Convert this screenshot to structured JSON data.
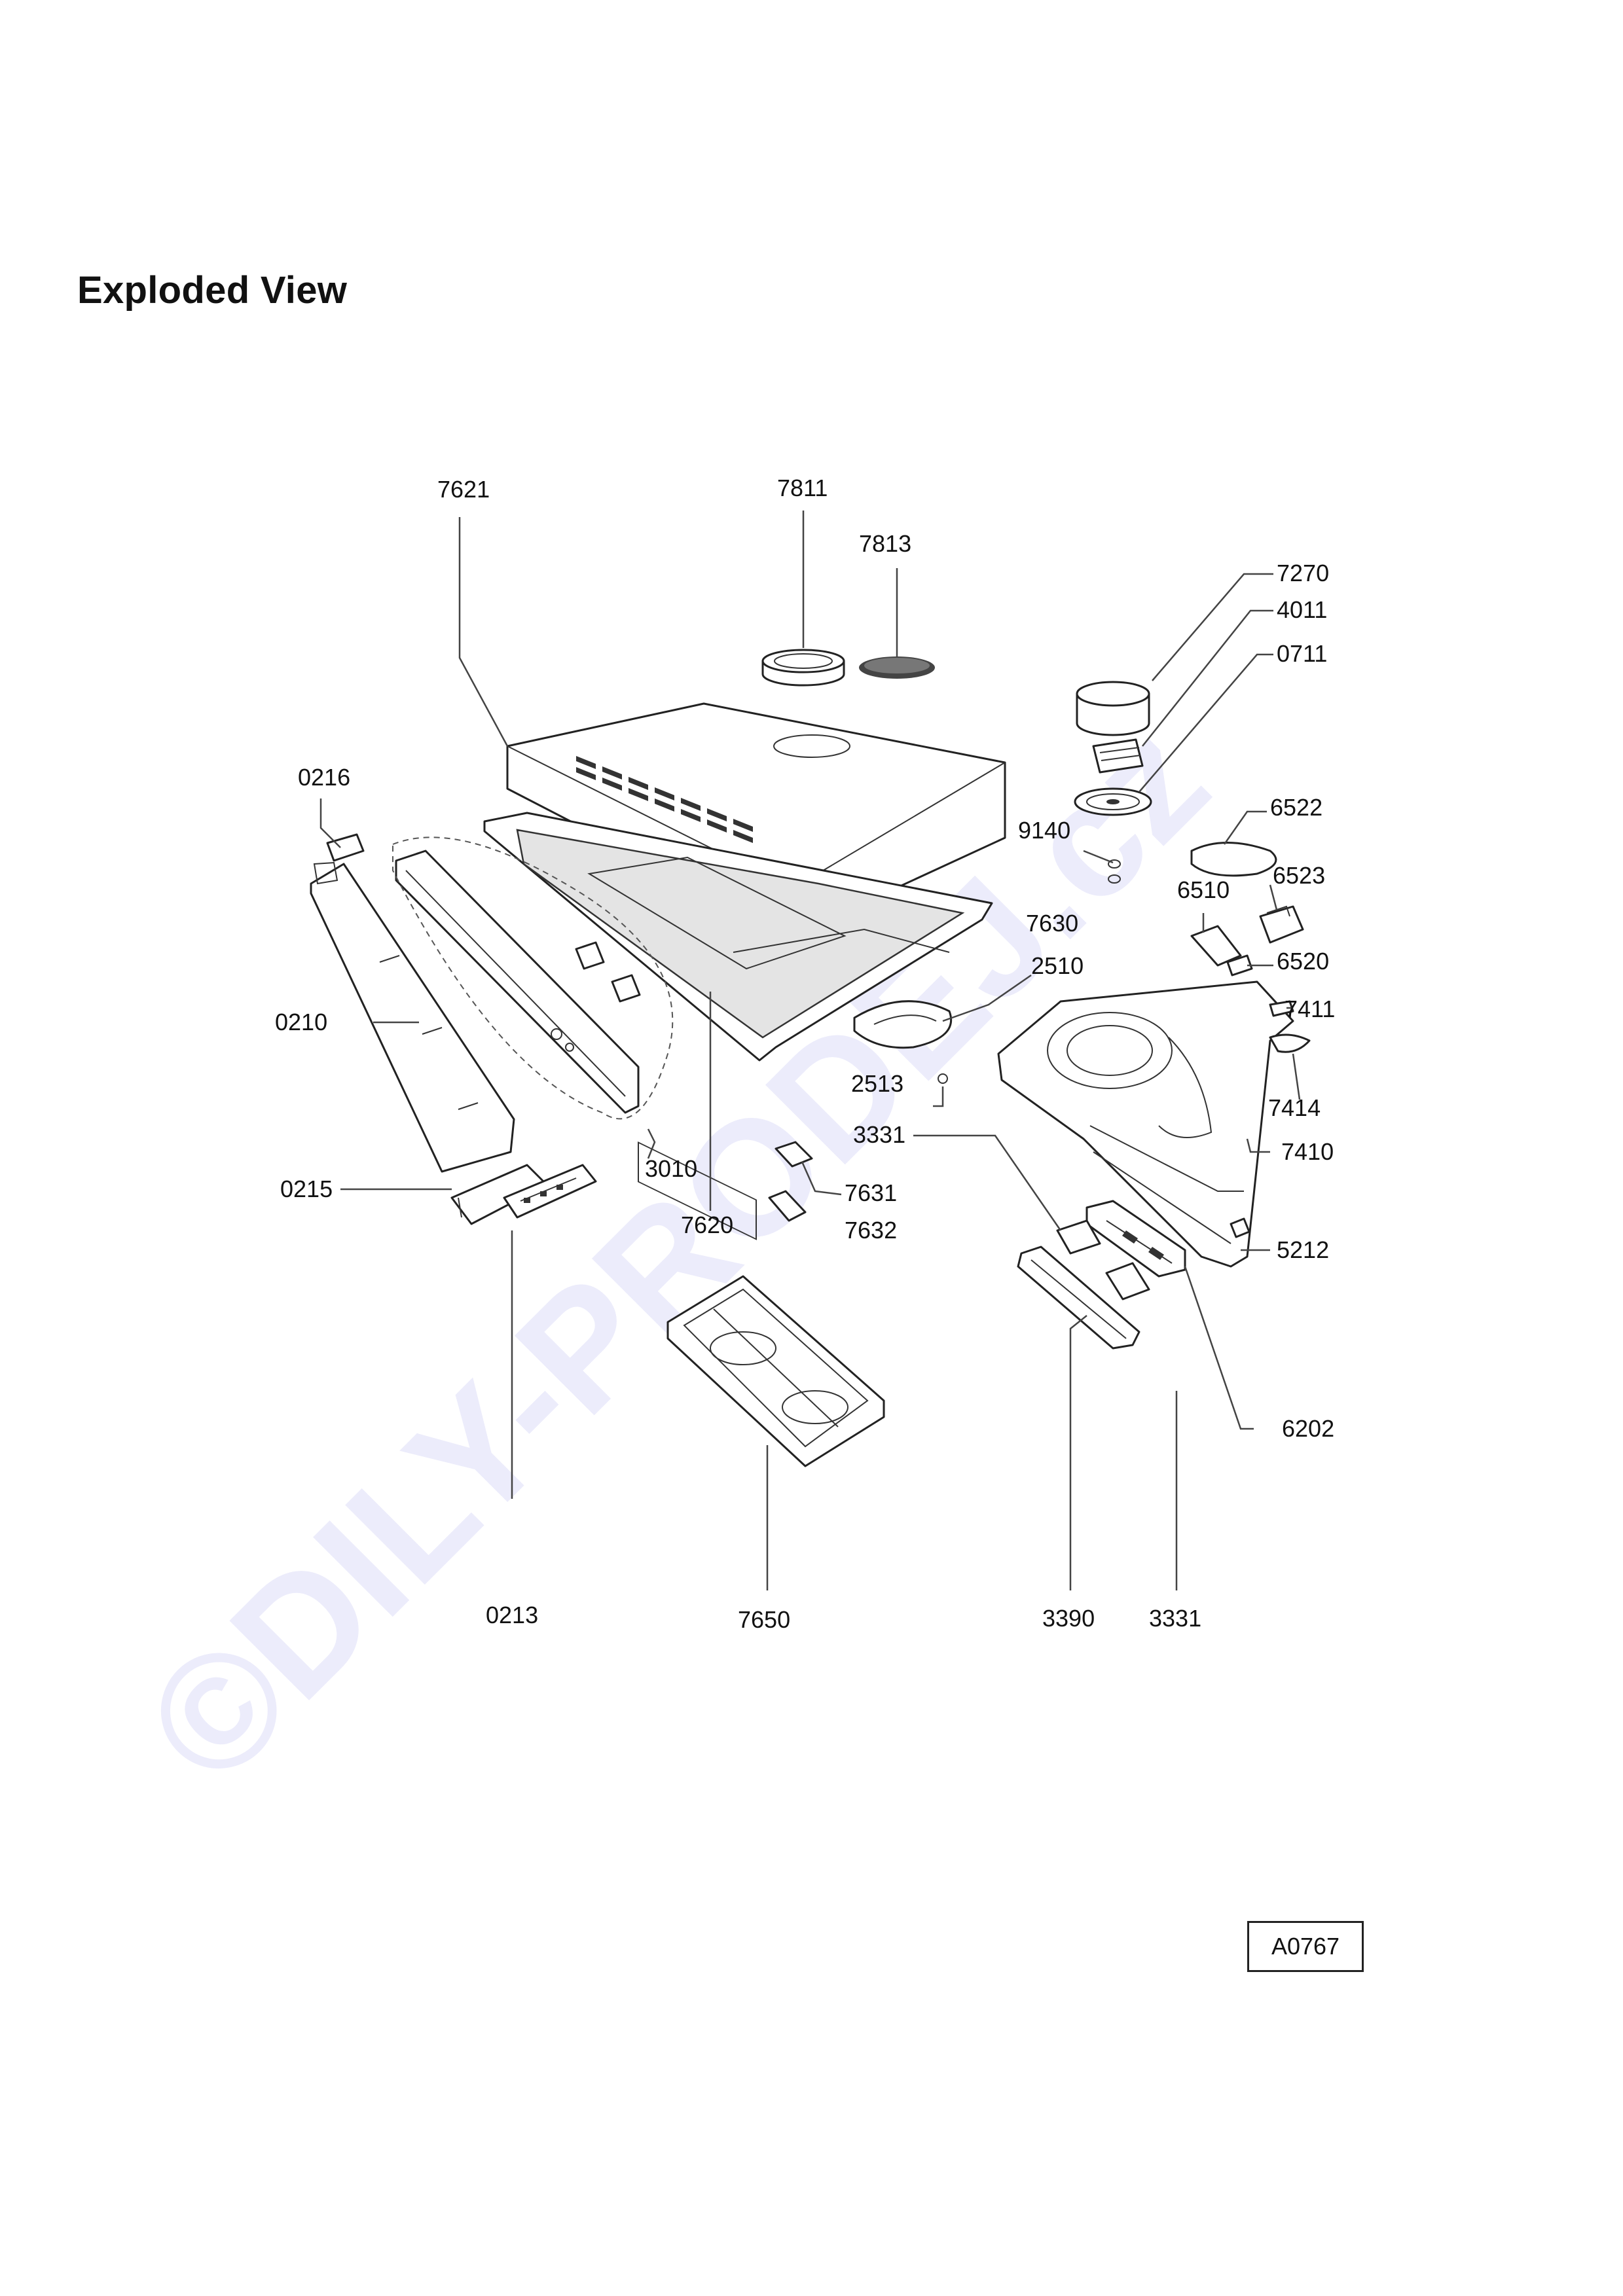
{
  "heading": "Exploded View",
  "watermark": "©DILY-PRODEJ.cz",
  "reference_code": "A0767",
  "part_labels": [
    "7621",
    "7811",
    "7813",
    "7270",
    "4011",
    "0711",
    "0216",
    "6522",
    "9140",
    "6510",
    "6523",
    "7630",
    "2510",
    "6520",
    "7411",
    "0210",
    "2513",
    "7414",
    "3331",
    "7410",
    "3010",
    "0215",
    "7631",
    "7620",
    "7632",
    "5212",
    "6202",
    "0213",
    "7650",
    "3390",
    "3331"
  ]
}
